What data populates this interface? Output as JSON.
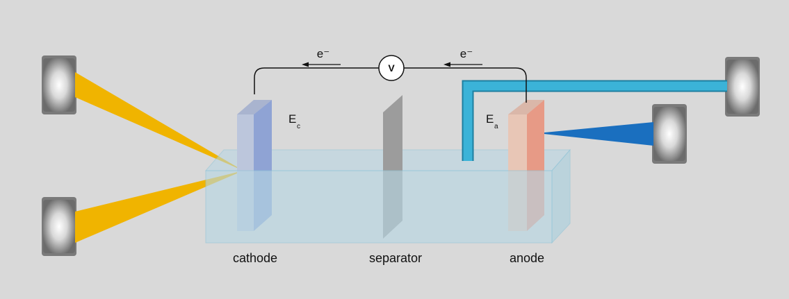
{
  "diagram": {
    "labels": {
      "cathode": "cathode",
      "separator": "separator",
      "anode": "anode"
    },
    "symbols": {
      "electron": "e⁻",
      "voltmeter": "V",
      "cathode_potential": {
        "main": "E",
        "sub": "c"
      },
      "anode_potential": {
        "main": "E",
        "sub": "a"
      }
    },
    "colors": {
      "background": "#d9d9d9",
      "tank_fill": "#b7d7e4",
      "tank_edge": "#8ec4d8",
      "cathode_face": "#bcc6dc",
      "cathode_side": "#8fa3d4",
      "anode_face": "#e8c6b6",
      "anode_side": "#e79a86",
      "separator": "#9c9c9c",
      "yellow_beam": "#f0b400",
      "blue_beam": "#1a6fbf",
      "tube": "#3bb3d8",
      "source_body": "#777777"
    }
  }
}
